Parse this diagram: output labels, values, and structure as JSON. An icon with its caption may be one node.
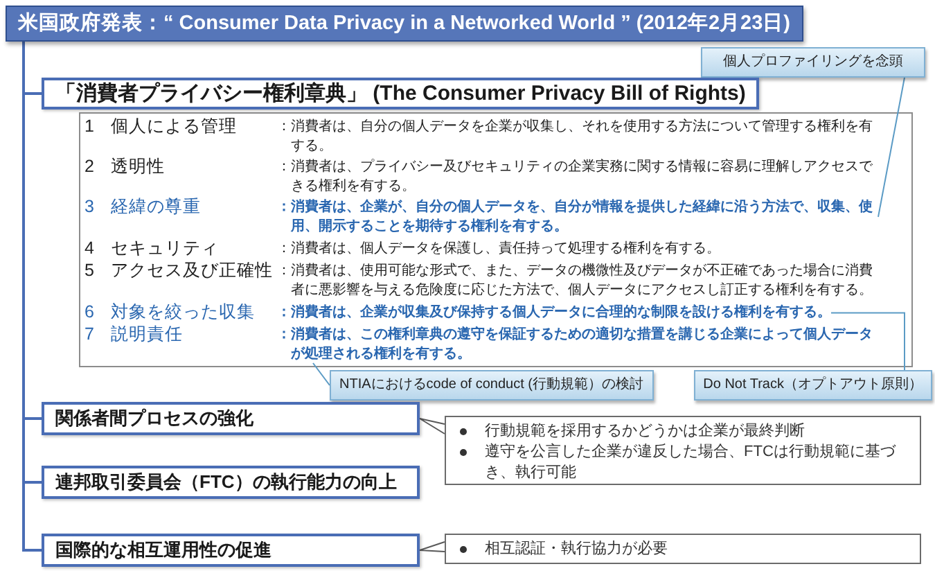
{
  "diagram": {
    "nodes": [
      {
        "text": [
          "米国政府発表：“ Consumer Data Privacy in a Networked World ” (2012年2月23日)"
        ]
      },
      {
        "text": [
          "個人プロファイリングを念頭"
        ]
      },
      {
        "text": [
          "「消費者プライバシー権利章典」 (The Consumer Privacy Bill of Rights)"
        ]
      },
      {
        "text": [],
        "shape": "box"
      },
      {
        "text": [
          "1",
          "個人による管理",
          "：消費者は、自分の個人データを企業が収集し、それを使用する方法について管理する権利を有する。"
        ],
        "in": 3
      },
      {
        "text": [
          "2",
          "透明性",
          "：消費者は、プライバシー及びセキュリティの企業実務に関する情報に容易に理解しアクセスできる権利を有する。"
        ],
        "in": 3
      },
      {
        "text": [
          "3",
          "経緯の尊重",
          "：消費者は、企業が、自分の個人データを、自分が情報を提供した経緯に沿う方法で、収集、使用、開示することを期待する権利を有する。"
        ],
        "in": 3
      },
      {
        "text": [
          "4",
          "セキュリティ",
          "：消費者は、個人データを保護し、責任持って処理する権利を有する。"
        ],
        "in": 3
      },
      {
        "text": [
          "5",
          "アクセス及び正確性",
          "：消費者は、使用可能な形式で、また、データの機微性及びデータが不正確であった場合に消費者に悪影響を与える危険度に応じた方法で、個人データにアクセスし訂正する権利を有する。"
        ],
        "in": 3
      },
      {
        "text": [
          "6",
          "対象を絞った収集",
          "：消費者は、企業が収集及び保持する個人データに合理的な制限を設ける権利を有する。"
        ],
        "in": 3
      },
      {
        "text": [
          "7",
          "説明責任",
          "：消費者は、この権利章典の遵守を保証するための適切な措置を講じる企業によって個人データが処理される権利を有する。"
        ],
        "in": 3
      },
      {
        "text": [
          "NTIAにおけるcode of conduct (行動規範）の検討"
        ]
      },
      {
        "text": [
          "Do Not Track（オプトアウト原則）"
        ]
      },
      {
        "text": [
          "関係者間プロセスの強化"
        ]
      },
      {
        "text": [
          "行動規範を採用するかどうかは企業が最終判断",
          "遵守を公言した企業が違反した場合、FTCは行動規範に基づき、執行可能"
        ]
      },
      {
        "text": [
          "連邦取引委員会（FTC）の執行能力の向上"
        ]
      },
      {
        "text": [
          "国際的な相互運用性の促進"
        ]
      },
      {
        "text": [
          "相互認証・執行協力が必要"
        ]
      }
    ],
    "edges": [
      {
        "from": 0,
        "to": 2,
        "arrow": "none"
      },
      {
        "from": 0,
        "to": 13,
        "arrow": "none"
      },
      {
        "from": 0,
        "to": 15,
        "arrow": "none"
      },
      {
        "from": 0,
        "to": 16,
        "arrow": "none"
      },
      {
        "from": 1,
        "to": 6,
        "arrow": "none",
        "color": "#5b9bc5"
      },
      {
        "from": 11,
        "to": 10,
        "arrow": "none",
        "color": "#5b9bc5"
      },
      {
        "from": 12,
        "to": 9,
        "arrow": "none",
        "color": "#5b9bc5"
      },
      {
        "from": 14,
        "to": 13,
        "arrow": "none",
        "color": "#595959"
      },
      {
        "from": 17,
        "to": 16,
        "arrow": "none",
        "color": "#595959"
      }
    ]
  }
}
